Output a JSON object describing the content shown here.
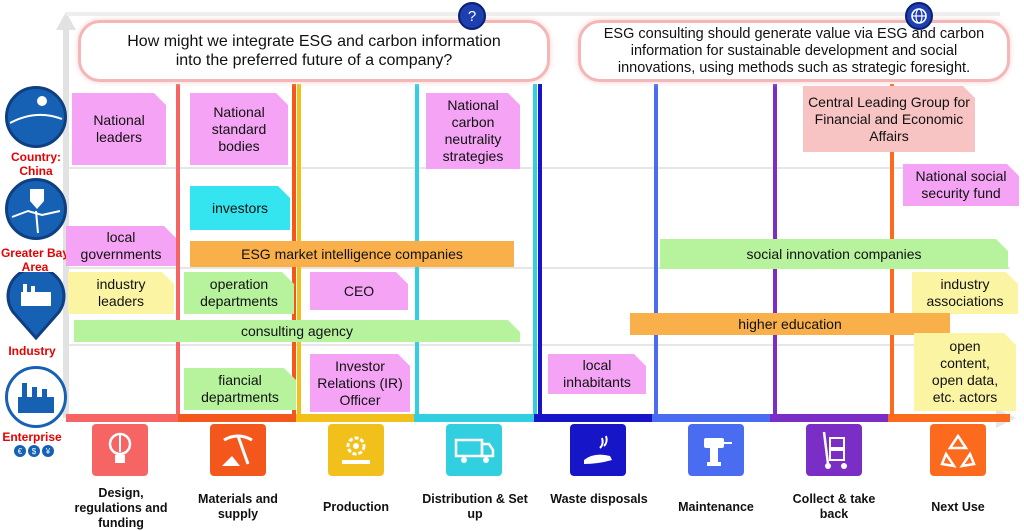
{
  "questions": {
    "left": "How might we integrate ESG and carbon information into the preferred future of a company?",
    "right": "ESG consulting should generate value via ESG and carbon information for sustainable development and social innovations, using methods such as strategic foresight.",
    "left_icon": "question-mark-icon",
    "right_icon": "globe-icon"
  },
  "levels": [
    {
      "label": "Country: China",
      "icon": "map-china-icon"
    },
    {
      "label": "Greater Bay Area",
      "icon": "map-pin-region-icon"
    },
    {
      "label": "Industry",
      "icon": "factory-pin-icon"
    },
    {
      "label": "Enterprise",
      "icon": "factory-icon"
    }
  ],
  "enterprise_badges": [
    "€",
    "$",
    "¥"
  ],
  "stages": [
    {
      "label": "Design, regulations and funding",
      "color": "#f76464",
      "icon": "lightbulb-pencil-icon"
    },
    {
      "label": "Materials and supply",
      "color": "#f4571c",
      "icon": "pickaxe-icon"
    },
    {
      "label": "Production",
      "color": "#f2c01a",
      "icon": "gear-conveyor-icon"
    },
    {
      "label": "Distribution & Set up",
      "color": "#31cfe0",
      "icon": "delivery-van-icon"
    },
    {
      "label": "Waste disposals",
      "color": "#1616c8",
      "icon": "hand-dispose-icon"
    },
    {
      "label": "Maintenance",
      "color": "#4a6cf0",
      "icon": "drill-icon"
    },
    {
      "label": "Collect & take back",
      "color": "#7a2ec6",
      "icon": "hand-truck-icon"
    },
    {
      "label": "Next Use",
      "color": "#fb6a1d",
      "icon": "recycle-icon"
    }
  ],
  "notes": {
    "national_leaders": "National leaders",
    "national_standard_bodies": "National standard bodies",
    "national_carbon": "National carbon neutrality strategies",
    "central_leading_group": "Central Leading Group for Financial and Economic Affairs",
    "national_social_security": "National social security fund",
    "investors": "investors",
    "local_governments": "local governments",
    "esg_market": "ESG market intelligence companies",
    "social_innovation": "social innovation companies",
    "industry_leaders": "industry leaders",
    "operation_departments": "operation departments",
    "ceo": "CEO",
    "industry_associations": "industry associations",
    "consulting_agency": "consulting agency",
    "higher_education": "higher education",
    "local_inhabitants": "local inhabitants",
    "fiancial_departments": "fiancial departments",
    "ir_officer": "Investor Relations (IR) Officer",
    "open_content": "open content, open data, etc. actors"
  }
}
